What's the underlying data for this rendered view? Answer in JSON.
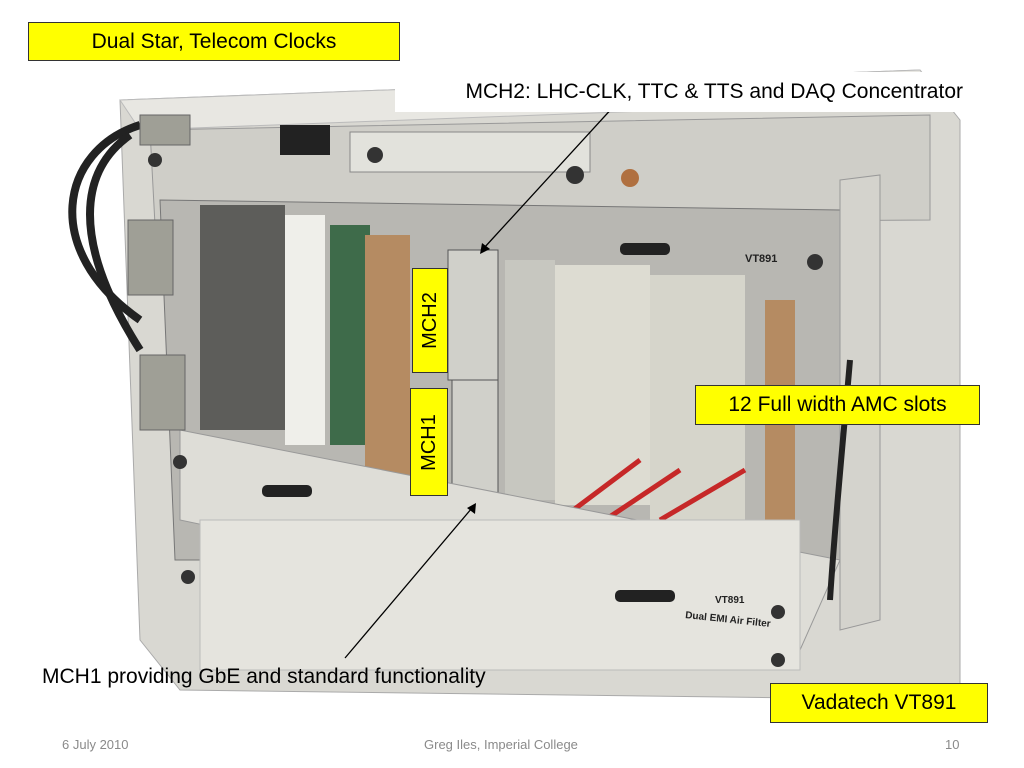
{
  "slide": {
    "label_dual_star": "Dual Star, Telecom Clocks",
    "label_mch2_desc": "MCH2: LHC-CLK, TTC & TTS and DAQ Concentrator",
    "label_mch2": "MCH2",
    "label_mch1": "MCH1",
    "label_amc_slots": "12 Full width AMC slots",
    "label_mch1_desc": "MCH1 providing GbE and standard functionality",
    "label_vadatech": "Vadatech VT891"
  },
  "photo_text": {
    "vt891_top": "VT891",
    "vt891_bottom": "VT891",
    "air_filter": "Dual EMI Air Filter"
  },
  "footer": {
    "date": "6 July 2010",
    "author": "Greg Iles, Imperial College",
    "page": "10"
  }
}
